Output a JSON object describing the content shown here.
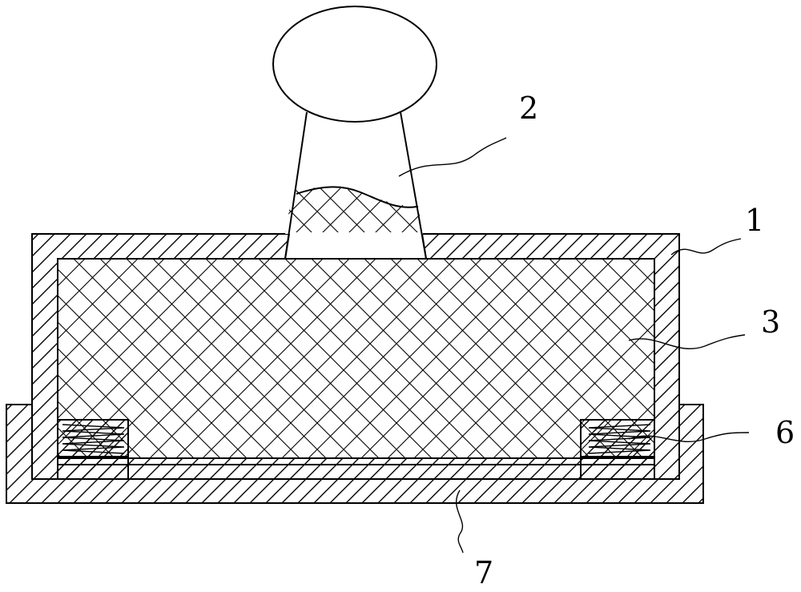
{
  "figure": {
    "callouts": [
      {
        "id": "c2",
        "label": "2"
      },
      {
        "id": "c1",
        "label": "1"
      },
      {
        "id": "c3",
        "label": "3"
      },
      {
        "id": "c6",
        "label": "6"
      },
      {
        "id": "c7",
        "label": "7"
      }
    ],
    "colors": {
      "line": "#000000",
      "background": "#ffffff"
    }
  }
}
